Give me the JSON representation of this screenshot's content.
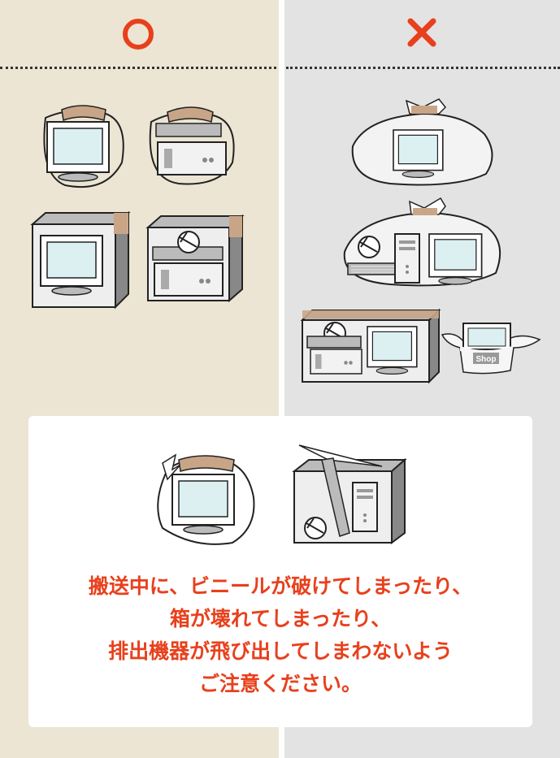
{
  "columns": {
    "good": {
      "symbol": "circle-ok",
      "color": "#e8401c"
    },
    "bad": {
      "symbol": "cross-ng",
      "color": "#e8401c"
    }
  },
  "illustrations": {
    "shop_bag_label": "Shop"
  },
  "notice": {
    "lines": [
      "搬送中に、ビニールが破けてしまったり、",
      "箱が壊れてしまったり、",
      "排出機器が飛び出してしまわないよう",
      "ご注意ください。"
    ]
  },
  "colors": {
    "text": "#e8401c",
    "left_bg": "#ece5d3",
    "right_bg": "#e3e3e3",
    "tape": "#c9a588",
    "screen": "#dcf0f2"
  }
}
